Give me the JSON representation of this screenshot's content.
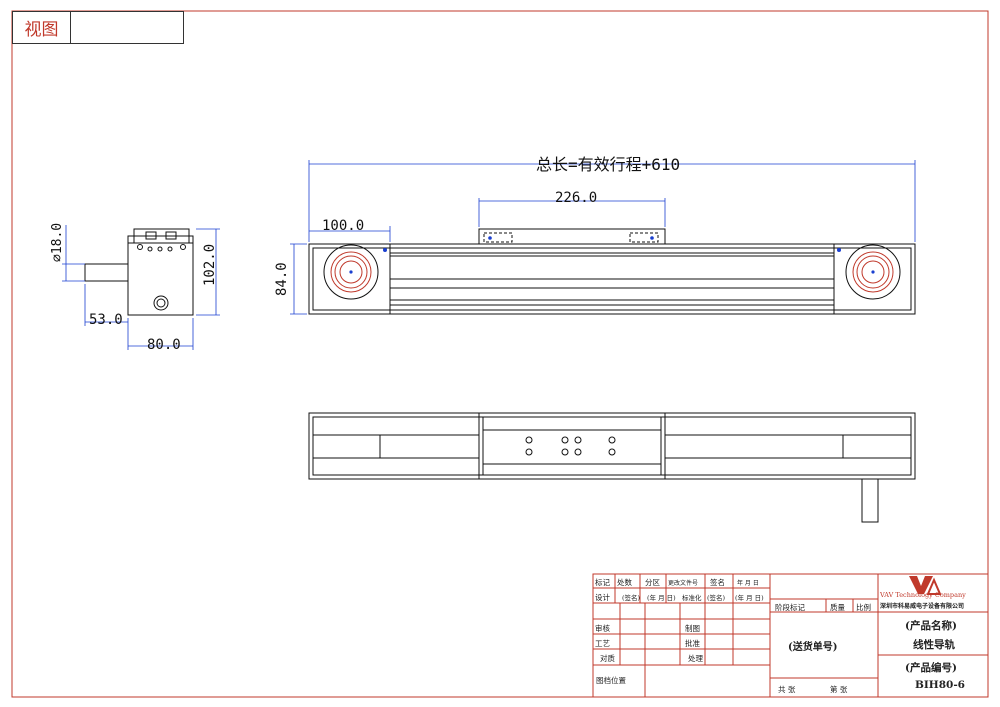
{
  "view_tab": {
    "label": "视图"
  },
  "dimensions": {
    "total_length": "总长=有效行程+610",
    "carriage_length": "226.0",
    "end_offset": "100.0",
    "height": "84.0",
    "shaft_dia": "⌀18.0",
    "side_height": "102.0",
    "shaft_length": "53.0",
    "side_width": "80.0"
  },
  "title_block": {
    "r1": [
      "标记",
      "处数",
      "分区",
      "更改文件号",
      "签名",
      "年 月 日"
    ],
    "r2": [
      "设计",
      "(签名)",
      "(年 月 日)",
      "标准化",
      "(签名)",
      "(年 月 日)"
    ],
    "stage_header": [
      "阶段标记",
      "质量",
      "比例"
    ],
    "review": "审核",
    "draft": "制图",
    "process": "工艺",
    "approve": "批准",
    "proofread": "对质",
    "handle": "处理",
    "location": "图档位置",
    "delivery": "(送货单号)",
    "sheets": "共 张",
    "sheet_no": "第 张",
    "logo_text": "VAV Technology Company",
    "company": "深圳市科易威电子设备有限公司",
    "product_name_label": "(产品名称)",
    "product_name": "线性导轨",
    "product_code_label": "(产品编号)",
    "product_code": "BIH80-6"
  }
}
